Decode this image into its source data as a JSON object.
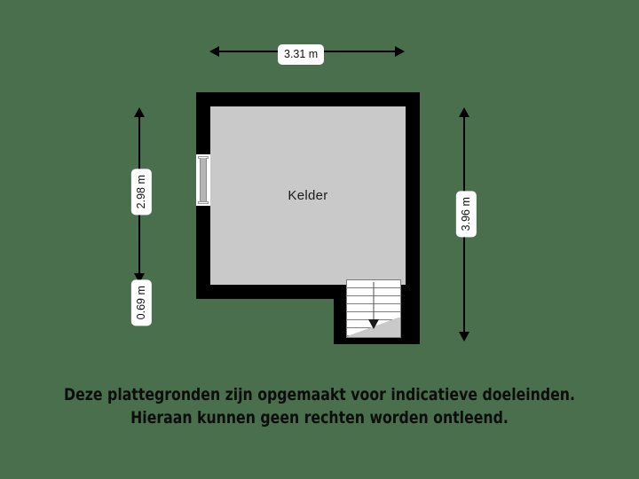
{
  "plan": {
    "room": {
      "label": "Kelder"
    },
    "features": {
      "window_name": "window-symbol",
      "stairs_name": "staircase-symbol",
      "stairs_direction": "down",
      "tread_count": 7
    },
    "dimensions": {
      "top": "3.31 m",
      "left_upper": "2.98 m",
      "left_lower": "0.69 m",
      "right": "3.96 m"
    },
    "colors": {
      "background": "#4a6f4c",
      "wall": "#000000",
      "room_fill": "#c9c9c9",
      "dimension": "#000000",
      "label_background": "#ffffff",
      "text": "#111111"
    }
  },
  "disclaimer": {
    "line1": "Deze plattegronden zijn opgemaakt voor indicatieve doeleinden.",
    "line2": "Hieraan kunnen geen rechten worden ontleend."
  }
}
